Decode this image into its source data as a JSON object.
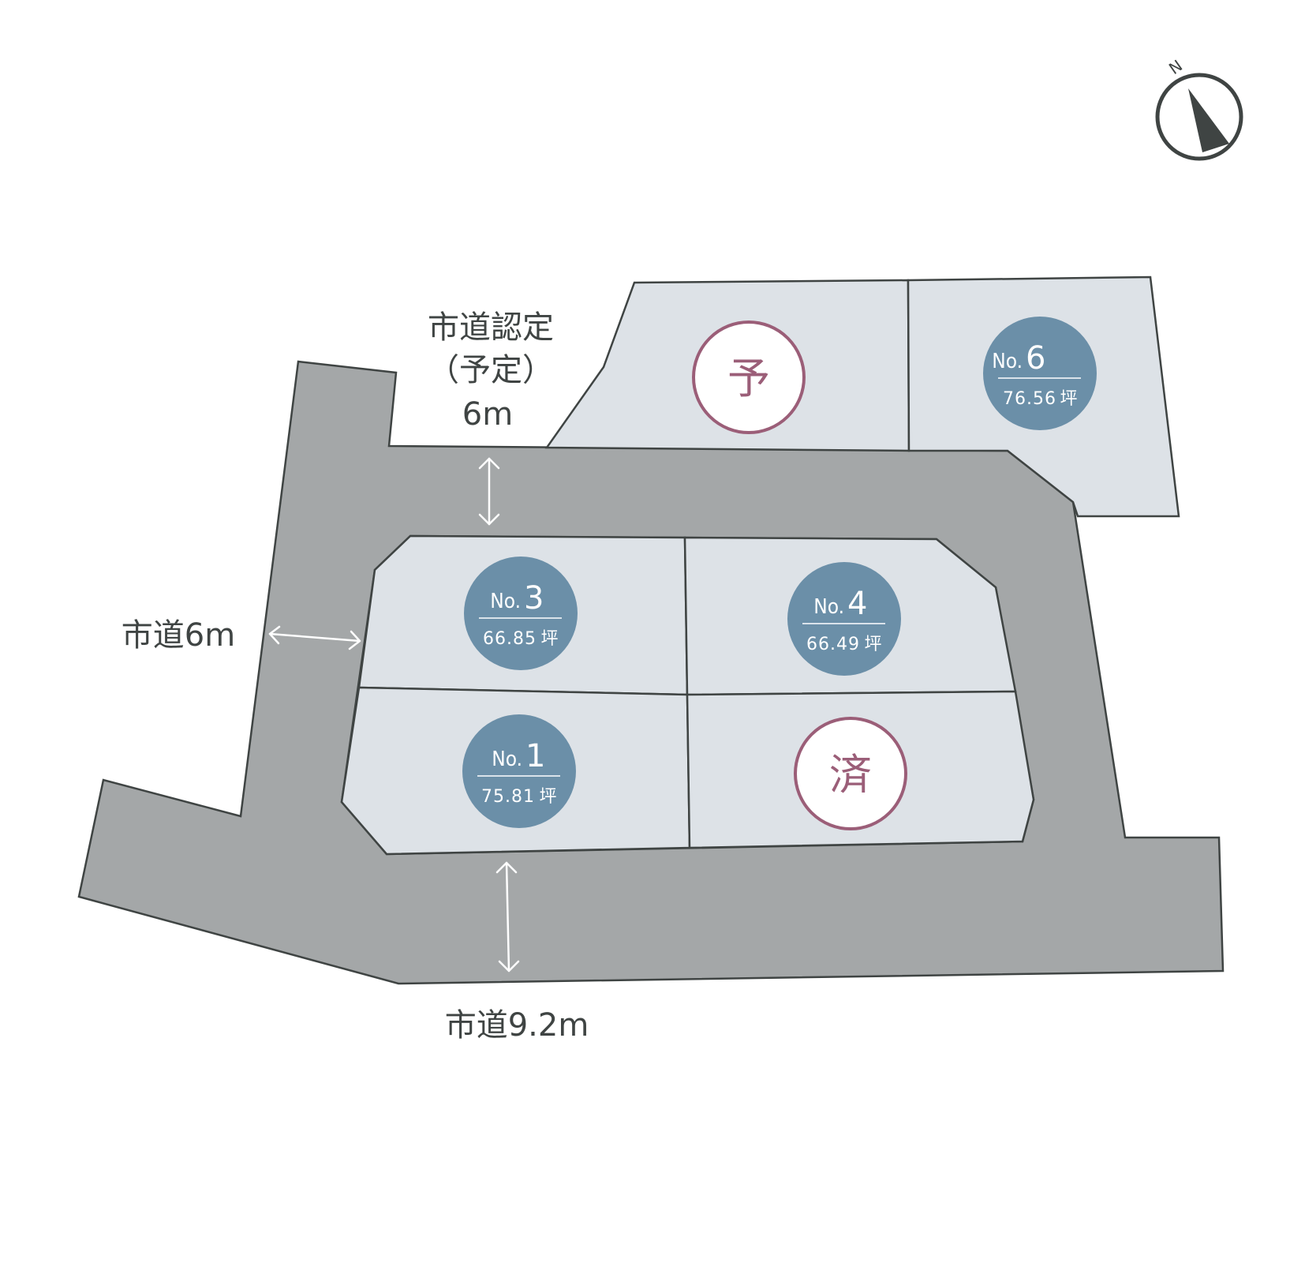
{
  "roads": {
    "north_planned": {
      "line1": "市道認定",
      "line2": "（予定）",
      "line3": "6m"
    },
    "west": "市道6m",
    "south": "市道9.2m"
  },
  "lots": [
    {
      "id": "no6",
      "prefix": "No.",
      "number": "6",
      "area": "76.56",
      "unit": "坪"
    },
    {
      "id": "no3",
      "prefix": "No.",
      "number": "3",
      "area": "66.85",
      "unit": "坪"
    },
    {
      "id": "no4",
      "prefix": "No.",
      "number": "4",
      "area": "66.49",
      "unit": "坪"
    },
    {
      "id": "no1",
      "prefix": "No.",
      "number": "1",
      "area": "75.81",
      "unit": "坪"
    }
  ],
  "status_marks": {
    "reserved": "予",
    "sold": "済"
  },
  "compass": {
    "label": "N"
  },
  "colors": {
    "road": "#a4a7a8",
    "lot": "#dde2e7",
    "outline": "#3f4443",
    "badge": "#6b8fa8",
    "status": "#9b5e78"
  }
}
